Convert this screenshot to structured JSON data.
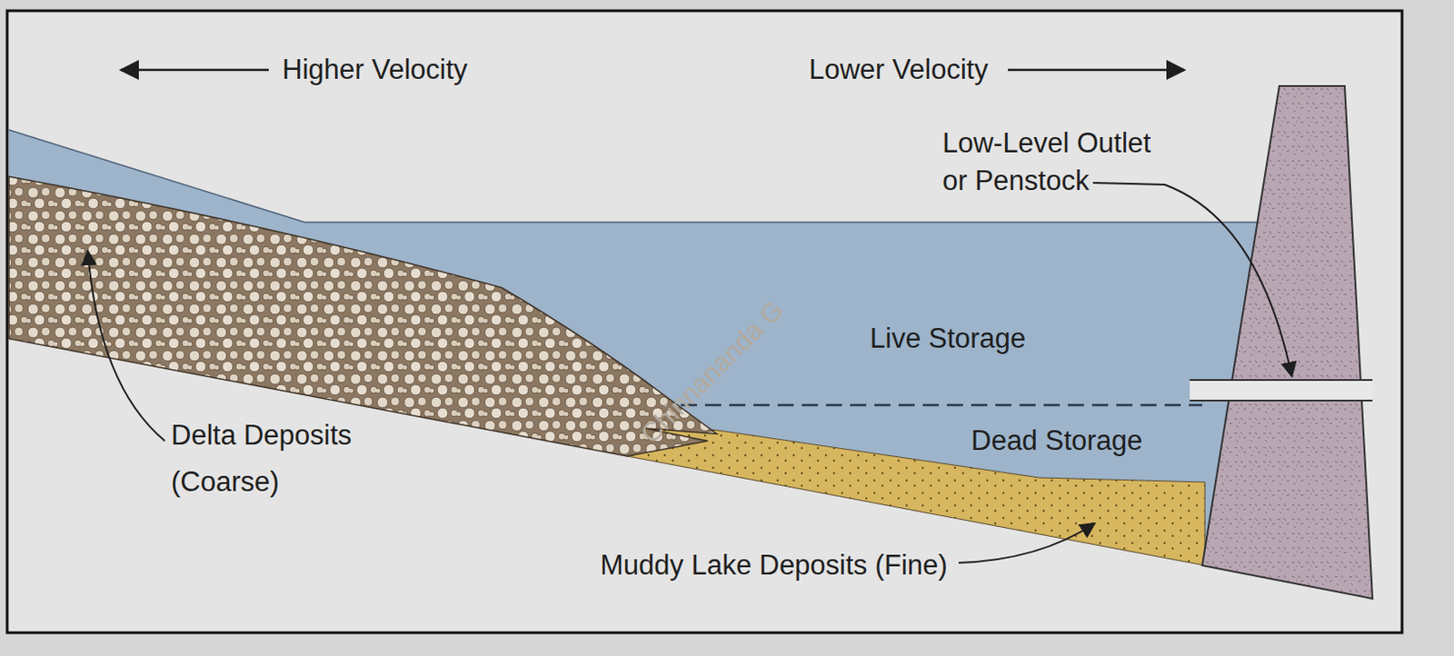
{
  "diagram": {
    "labels": [
      "Higher Velocity",
      "Lower Velocity",
      "Low-Level Outlet or Penstock",
      "Live Storage",
      "Dead Storage",
      "Delta Deposits (Coarse)",
      "Muddy Lake Deposits (Fine)",
      "Chinnananda G"
    ]
  }
}
